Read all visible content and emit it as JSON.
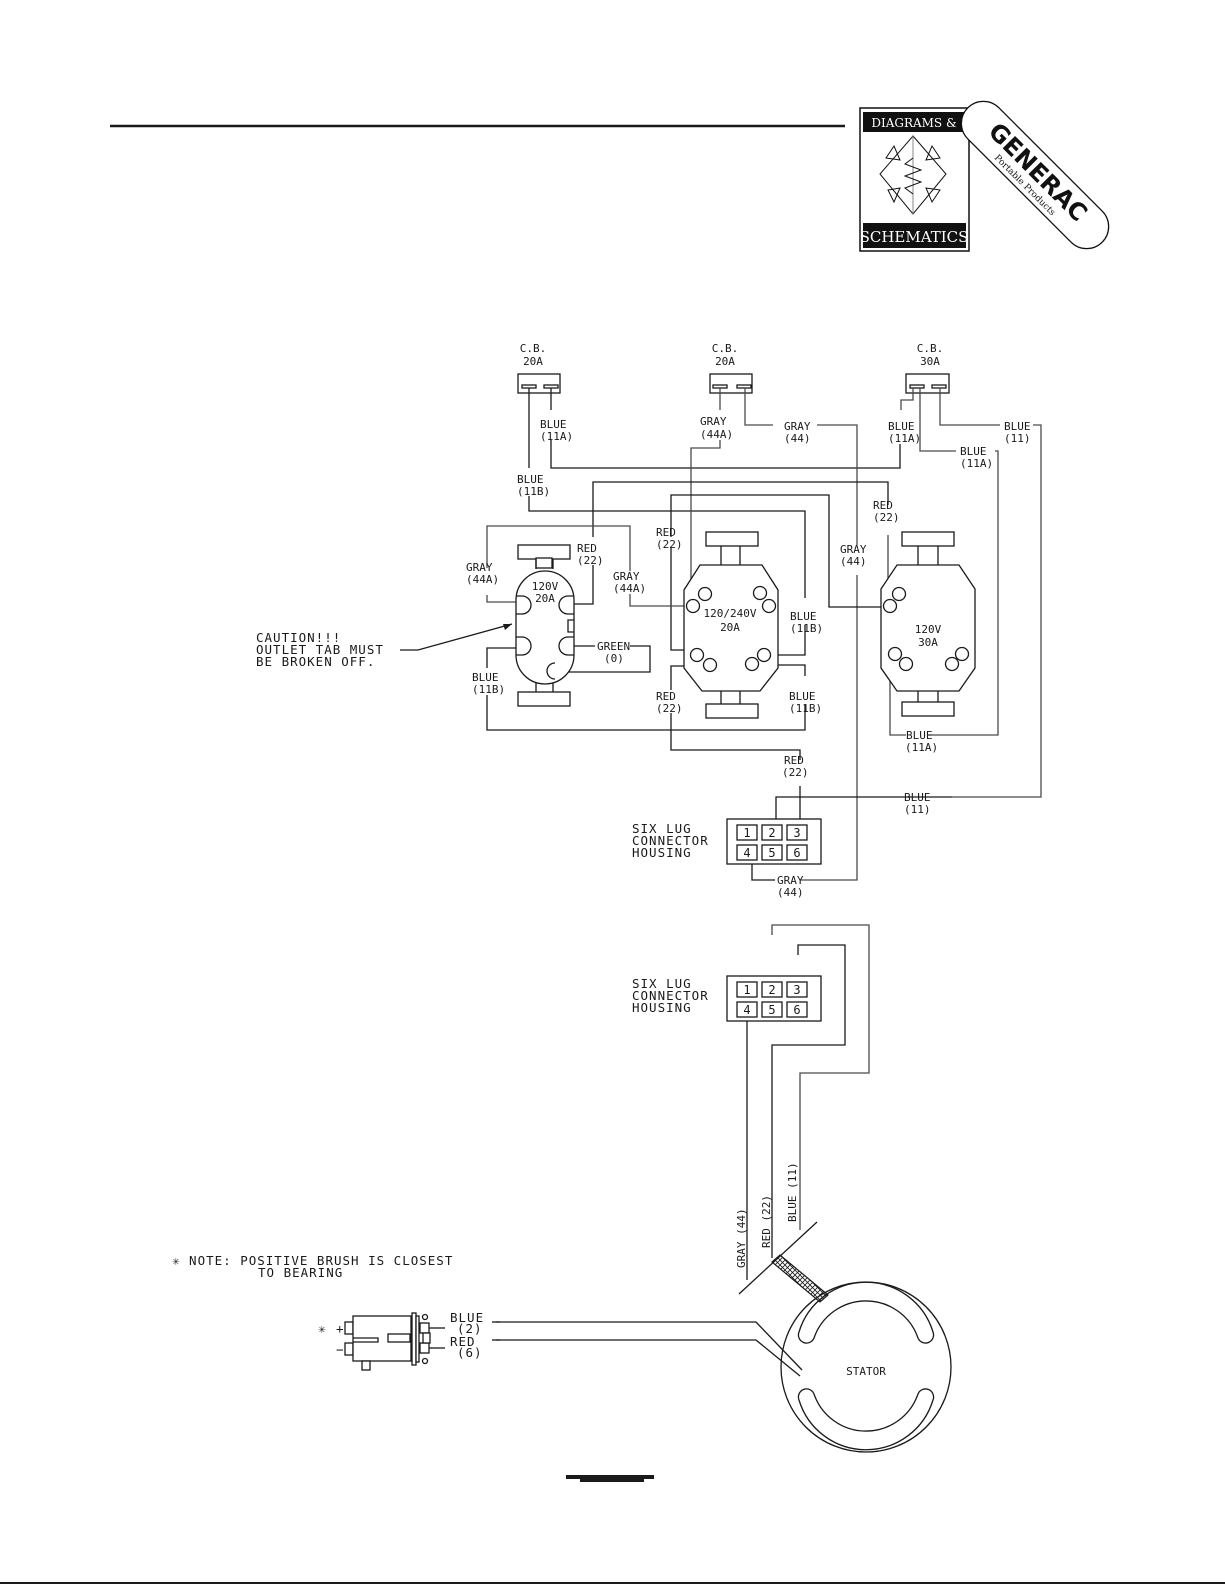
{
  "logo": {
    "top_text": "DIAGRAMS &",
    "bottom_text": "SCHEMATICS",
    "brand": "GENERAC",
    "brand_sub": "Portable Products"
  },
  "breakers": [
    {
      "title": "C.B.",
      "rating": "20A"
    },
    {
      "title": "C.B.",
      "rating": "20A"
    },
    {
      "title": "C.B.",
      "rating": "30A"
    }
  ],
  "outlets": {
    "duplex": {
      "voltage": "120V",
      "amps": "20A"
    },
    "twist_lock": {
      "voltage": "120/240V",
      "amps": "20A"
    },
    "single": {
      "voltage": "120V",
      "amps": "30A"
    }
  },
  "wires": {
    "blue_11a_cb1": [
      "BLUE",
      "(11A)"
    ],
    "blue_11b_cb1": [
      "BLUE",
      "(11B)"
    ],
    "gray_44a_cb2": [
      "GRAY",
      "(44A)"
    ],
    "gray_44_cb2": [
      "GRAY",
      "(44)"
    ],
    "blue_11a_cb3a": [
      "BLUE",
      "(11A)"
    ],
    "blue_11_cb3": [
      "BLUE",
      "(11)"
    ],
    "blue_11a_cb3b": [
      "BLUE",
      "(11A)"
    ],
    "red_22_single": [
      "RED",
      "(22)"
    ],
    "gray_44_mid": [
      "GRAY",
      "(44)"
    ],
    "red_22_twist": [
      "RED",
      "(22)"
    ],
    "gray_44a_left": [
      "GRAY",
      "(44A)"
    ],
    "red_22_duplex": [
      "RED",
      "(22)"
    ],
    "gray_44a_twist": [
      "GRAY",
      "(44A)"
    ],
    "blue_11b_twist_r": [
      "BLUE",
      "(11B)"
    ],
    "green_0": [
      "GREEN",
      "(0)"
    ],
    "blue_11b_left": [
      "BLUE",
      "(11B)"
    ],
    "red_22_twist_bot": [
      "RED",
      "(22)"
    ],
    "blue_11b_twist_bot": [
      "BLUE",
      "(11B)"
    ],
    "blue_11a_single_bot": [
      "BLUE",
      "(11A)"
    ],
    "red_22_conn": [
      "RED",
      "(22)"
    ],
    "blue_11_conn": [
      "BLUE",
      "(11)"
    ],
    "gray_44_conn": [
      "GRAY",
      "(44)"
    ]
  },
  "caution": [
    "CAUTION!!!",
    "OUTLET TAB MUST",
    "BE BROKEN OFF."
  ],
  "connector": {
    "label": [
      "SIX LUG",
      "CONNECTOR",
      "HOUSING"
    ],
    "pins": [
      "1",
      "2",
      "3",
      "4",
      "5",
      "6"
    ]
  },
  "stator_leads": {
    "gray": "GRAY (44)",
    "red": "RED (22)",
    "blue": "BLUE (11)"
  },
  "stator_label": "STATOR",
  "note": [
    "✳ NOTE: POSITIVE BRUSH IS CLOSEST",
    "TO BEARING"
  ],
  "brush": {
    "star": "✳",
    "plus": "+",
    "minus": "−",
    "blue": [
      "BLUE",
      "(2)"
    ],
    "red": [
      "RED",
      "(6)"
    ]
  }
}
